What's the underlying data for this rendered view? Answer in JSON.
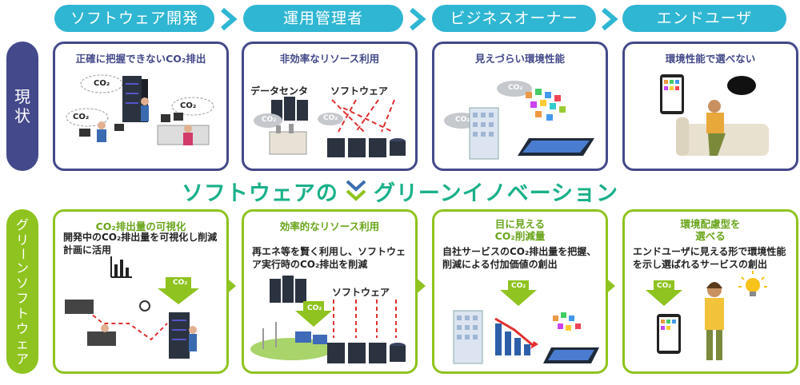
{
  "stages": [
    {
      "label": "ソフトウェア開発"
    },
    {
      "label": "運用管理者"
    },
    {
      "label": "ビジネスオーナー"
    },
    {
      "label": "エンドユーザ"
    }
  ],
  "rows": {
    "current": {
      "label_chars": [
        "現",
        "状"
      ]
    },
    "green": {
      "label_chars": [
        "グ",
        "リ",
        "ー",
        "ン",
        "ソ",
        "フ",
        "ト",
        "ウ",
        "ェ",
        "ア"
      ]
    }
  },
  "headline": {
    "left": "ソフトウェアの",
    "right": "グリーンイノベーション"
  },
  "current_cards": [
    {
      "title": "正確に把握できないCO₂排出",
      "labels": [
        "CO₂",
        "CO₂",
        "CO₂"
      ]
    },
    {
      "title": "非効率なリソース利用",
      "labels": [
        "データセンタ",
        "ソフトウェア",
        "CO₂",
        "CO₂"
      ]
    },
    {
      "title": "見えづらい環境性能",
      "labels": [
        "CO₂",
        "CO₂"
      ]
    },
    {
      "title": "環境性能で選べない",
      "labels": []
    }
  ],
  "green_cards": [
    {
      "title": "CO₂排出量の可視化",
      "body": "開発中のCO₂排出量を可視化し削減計画に活用",
      "labels": [
        "CO₂"
      ]
    },
    {
      "title": "効率的なリソース利用",
      "body": "再エネ等を賢く利用し、ソフトウェア実行時のCO₂排出を削減",
      "labels": [
        "ソフトウェア",
        "CO₂"
      ]
    },
    {
      "title_line1": "目に見える",
      "title_line2": "CO₂削減量",
      "body": "自社サービスのCO₂排出量を把握、削減による付加価値の創出",
      "labels": [
        "CO₂"
      ]
    },
    {
      "title_line1": "環境配慮型を",
      "title_line2": "選べる",
      "body": "エンドユーザに見える形で環境性能を示し選ばれるサービスの創出",
      "labels": [
        "CO₂"
      ]
    }
  ],
  "colors": {
    "stage": "#2fb6d2",
    "current": "#43498a",
    "green": "#8fc31f",
    "headline": "#1bb08a"
  }
}
